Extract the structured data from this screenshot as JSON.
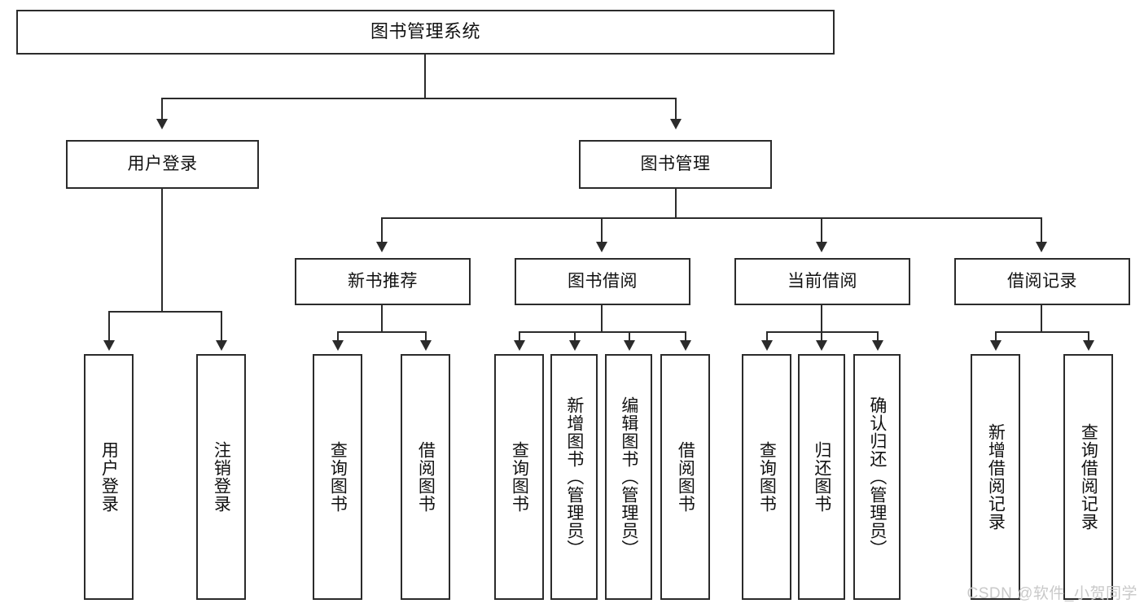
{
  "diagram": {
    "type": "tree",
    "title_node": "图书管理系统",
    "watermark": "CSDN @软件_小贺同学",
    "colors": {
      "stroke": "#2b2b2b",
      "fill": "#ffffff",
      "text": "#111111",
      "watermark": "#c9c9c9"
    },
    "levels": {
      "level1": [
        {
          "id": "root",
          "label": "图书管理系统"
        }
      ],
      "level2": [
        {
          "id": "user-login",
          "label": "用户登录"
        },
        {
          "id": "book-manage",
          "label": "图书管理"
        }
      ],
      "level3": [
        {
          "id": "new-book-rec",
          "label": "新书推荐"
        },
        {
          "id": "book-borrow",
          "label": "图书借阅"
        },
        {
          "id": "current-borrow",
          "label": "当前借阅"
        },
        {
          "id": "borrow-record",
          "label": "借阅记录"
        }
      ],
      "level4": [
        {
          "id": "leaf-user-login",
          "label": "用户登录",
          "parent": "user-login"
        },
        {
          "id": "leaf-user-logout",
          "label": "注销登录",
          "parent": "user-login"
        },
        {
          "id": "leaf-query-book-1",
          "label": "查询图书",
          "parent": "new-book-rec"
        },
        {
          "id": "leaf-borrow-book-1",
          "label": "借阅图书",
          "parent": "new-book-rec"
        },
        {
          "id": "leaf-query-book-2",
          "label": "查询图书",
          "parent": "book-borrow"
        },
        {
          "id": "leaf-add-book",
          "label": "新增图书（管理员）",
          "parent": "book-borrow"
        },
        {
          "id": "leaf-edit-book",
          "label": "编辑图书（管理员）",
          "parent": "book-borrow"
        },
        {
          "id": "leaf-borrow-book-2",
          "label": "借阅图书",
          "parent": "book-borrow"
        },
        {
          "id": "leaf-query-book-3",
          "label": "查询图书",
          "parent": "current-borrow"
        },
        {
          "id": "leaf-return-book",
          "label": "归还图书",
          "parent": "current-borrow"
        },
        {
          "id": "leaf-confirm-return",
          "label": "确认归还（管理员）",
          "parent": "current-borrow"
        },
        {
          "id": "leaf-add-record",
          "label": "新增借阅记录",
          "parent": "borrow-record"
        },
        {
          "id": "leaf-query-record",
          "label": "查询借阅记录",
          "parent": "borrow-record"
        }
      ]
    }
  }
}
